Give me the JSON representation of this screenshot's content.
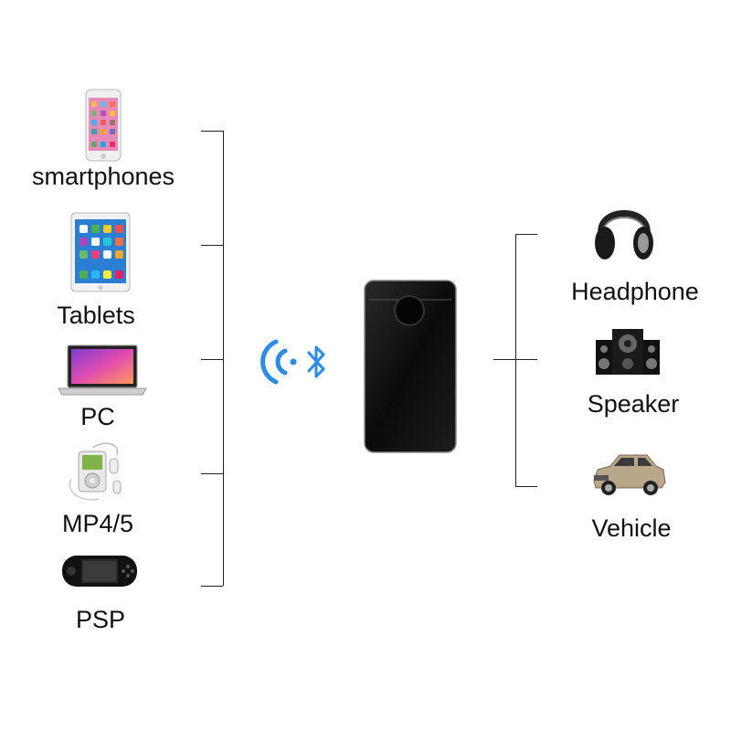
{
  "sources": [
    {
      "label": "smartphones",
      "icon": "smartphone-icon"
    },
    {
      "label": "Tablets",
      "icon": "tablet-icon"
    },
    {
      "label": "PC",
      "icon": "laptop-icon"
    },
    {
      "label": "MP4/5",
      "icon": "mp4-player-icon"
    },
    {
      "label": "PSP",
      "icon": "psp-console-icon"
    }
  ],
  "outputs": [
    {
      "label": "Headphone",
      "icon": "headphone-icon"
    },
    {
      "label": "Speaker",
      "icon": "speaker-icon"
    },
    {
      "label": "Vehicle",
      "icon": "car-icon"
    }
  ],
  "colors": {
    "signal": "#2e8be6",
    "device": "#121212",
    "bracket": "#222222"
  }
}
